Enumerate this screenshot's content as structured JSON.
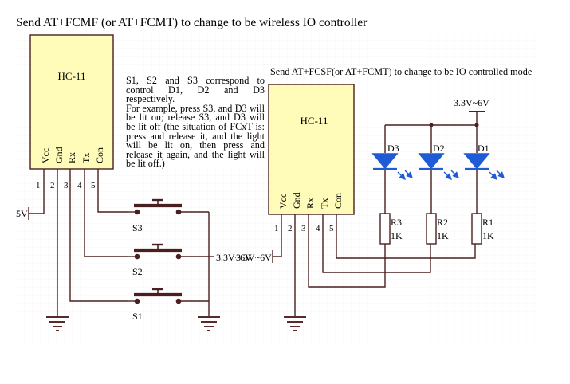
{
  "title": "Send AT+FCMF (or AT+FCMT) to change to be wireless IO controller",
  "left_circuit": {
    "module_label": "HC-11",
    "pins": [
      "Vcc",
      "Gnd",
      "Rx",
      "Tx",
      "Con"
    ],
    "pin_numbers": [
      "1",
      "2",
      "3",
      "4",
      "5"
    ],
    "supply_fragment": "5V",
    "switches": [
      "S3",
      "S2",
      "S1"
    ],
    "supply_label": "3.3V~6V"
  },
  "note": {
    "lines": [
      "S1, S2 and S3 correspond to control D1, D2 and D3 respectively.",
      "For example, press S3, and D3 will be lit on; release S3, and D3 will be lit off (the situation of FCxT is: press and release it, and the light will be lit on, then press and release it again, and the light will be lit off.)"
    ]
  },
  "right_circuit": {
    "caption": "Send AT+FCSF(or AT+FCMT) to change to be IO controlled mode",
    "module_label": "HC-11",
    "pins": [
      "Vcc",
      "Gnd",
      "Rx",
      "Tx",
      "Con"
    ],
    "pin_numbers": [
      "1",
      "2",
      "3",
      "4",
      "5"
    ],
    "supply_label": "3.3V~6V",
    "supply_label_top": "3.3V~6V",
    "leds": [
      "D3",
      "D2",
      "D1"
    ],
    "resistors": [
      "R3",
      "R2",
      "R1"
    ],
    "resistor_values": [
      "1K",
      "1K",
      "1K"
    ]
  },
  "colors": {
    "module_fill": "#fffbb8",
    "wire": "#4a1f1f",
    "led": "#1f5bd6",
    "ground": "#5a2a2a",
    "grid": "#f2eaea"
  }
}
